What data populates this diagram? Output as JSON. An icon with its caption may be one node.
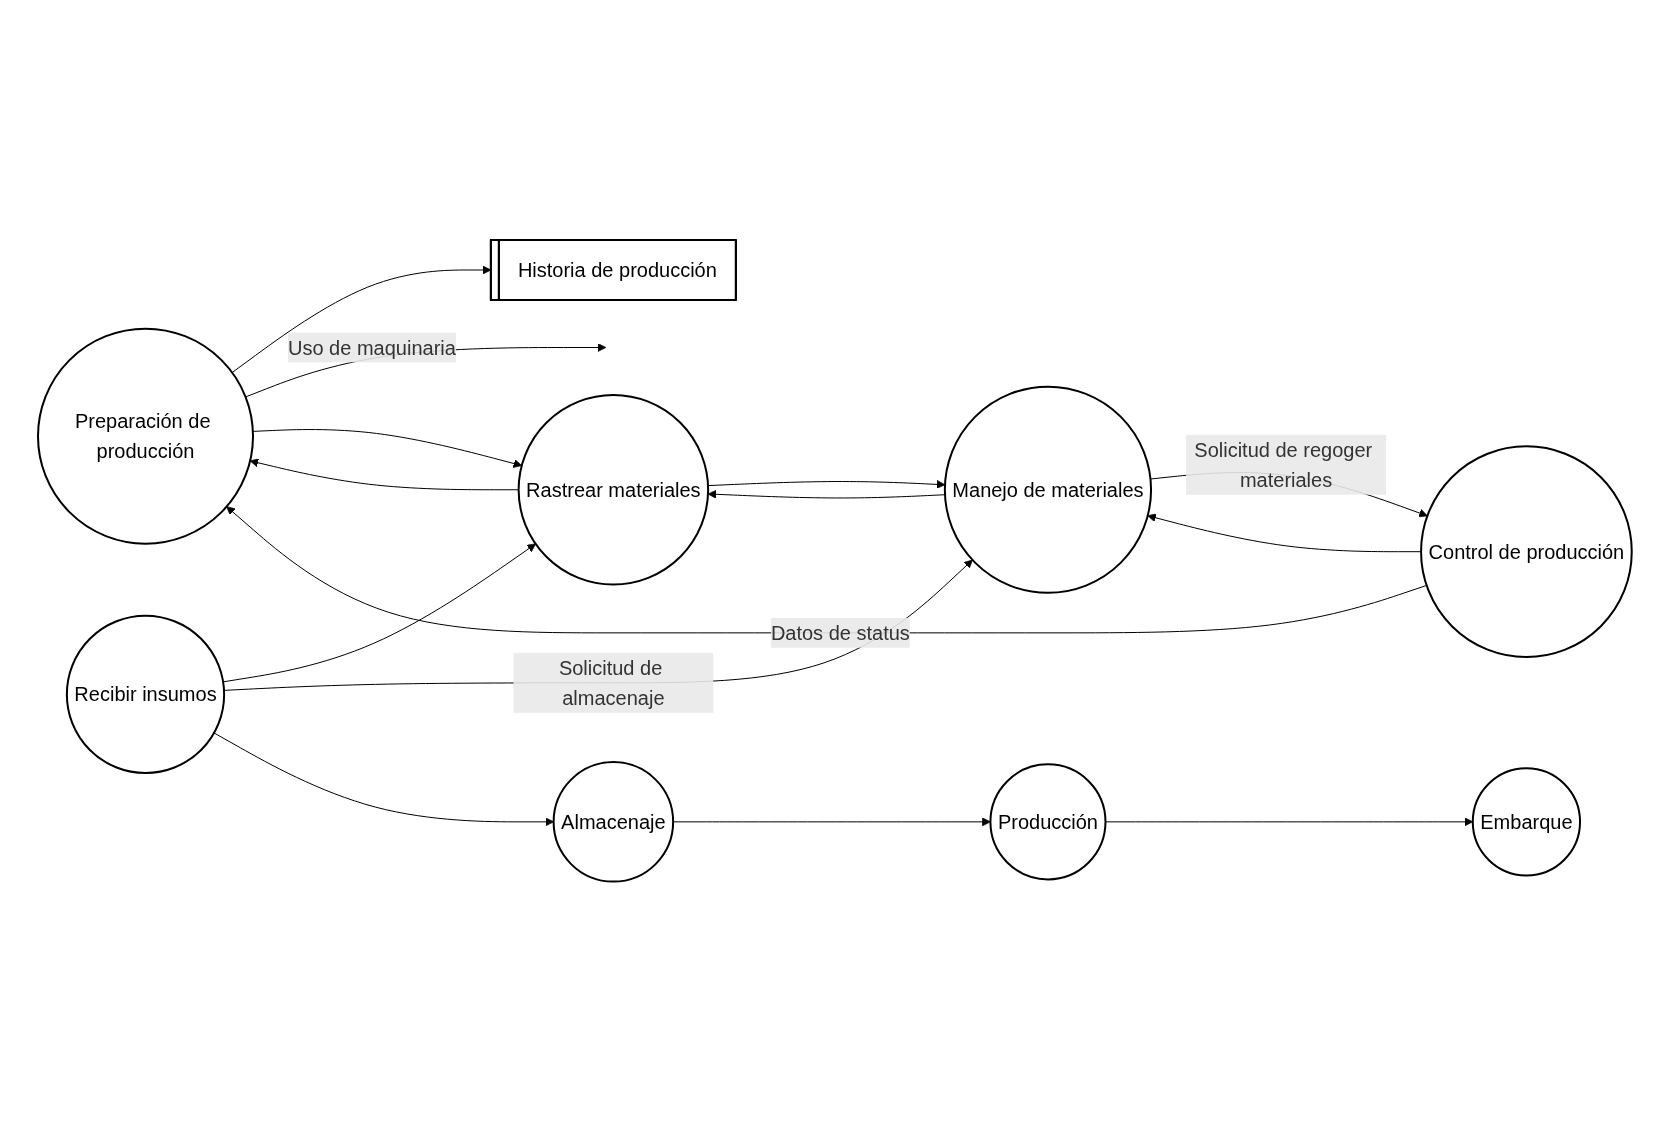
{
  "diagram": {
    "nodes": [
      {
        "text": [
          "Historia de producción"
        ]
      },
      {
        "text": [
          "Preparación de producción"
        ]
      },
      {
        "text": [
          "Manejo de materiales"
        ]
      },
      {
        "text": [
          "Control de producción"
        ]
      },
      {
        "text": [
          "Embarque"
        ]
      },
      {
        "text": [
          "Rastrear materiales"
        ]
      },
      {
        "text": [
          "Producción"
        ]
      },
      {
        "text": [
          "Almacenaje"
        ]
      },
      {
        "text": [
          "Recibir insumos"
        ]
      }
    ],
    "edges": [
      {
        "from": 1,
        "to": 0,
        "arrow": "to"
      },
      {
        "from": 1,
        "to": null,
        "arrow": "to",
        "label": "Uso de maquinaria"
      },
      {
        "from": 3,
        "to": 1,
        "arrow": "to",
        "label": "Datos de status"
      },
      {
        "from": 2,
        "to": 3,
        "arrow": "to",
        "label": "Solicitud de regoger materiales"
      },
      {
        "from": 3,
        "to": 2,
        "arrow": "to"
      },
      {
        "from": 1,
        "to": 5,
        "arrow": "to"
      },
      {
        "from": 5,
        "to": 1,
        "arrow": "to"
      },
      {
        "from": 5,
        "to": 2,
        "arrow": "to"
      },
      {
        "from": 2,
        "to": 5,
        "arrow": "to"
      },
      {
        "from": 8,
        "to": 5,
        "arrow": "to"
      },
      {
        "from": 8,
        "to": 2,
        "arrow": "to",
        "label": "Solicitud de almacenaje"
      },
      {
        "from": 8,
        "to": 7,
        "arrow": "to"
      },
      {
        "from": 7,
        "to": 6,
        "arrow": "to"
      },
      {
        "from": 6,
        "to": 4,
        "arrow": "to"
      }
    ]
  }
}
